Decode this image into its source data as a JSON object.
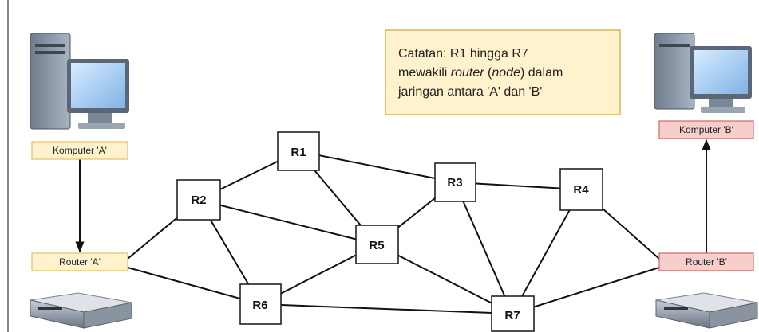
{
  "note": {
    "line1": "Catatan: R1 hingga R7",
    "line2_pre": "mewakili ",
    "line2_em1": "router",
    "line2_mid": " (",
    "line2_em2": "node",
    "line2_post": ") dalam",
    "line3": "jaringan antara 'A' dan 'B'"
  },
  "computer_a": {
    "label": "Komputer 'A'"
  },
  "computer_b": {
    "label": "Komputer 'B'"
  },
  "router_a": {
    "label": "Router 'A'"
  },
  "router_b": {
    "label": "Router 'B'"
  },
  "routers": [
    {
      "id": "R1",
      "label": "R1"
    },
    {
      "id": "R2",
      "label": "R2"
    },
    {
      "id": "R3",
      "label": "R3"
    },
    {
      "id": "R4",
      "label": "R4"
    },
    {
      "id": "R5",
      "label": "R5"
    },
    {
      "id": "R6",
      "label": "R6"
    },
    {
      "id": "R7",
      "label": "R7"
    }
  ],
  "links": [
    [
      "Router 'A'",
      "R2"
    ],
    [
      "Router 'A'",
      "R6"
    ],
    [
      "R2",
      "R1"
    ],
    [
      "R2",
      "R5"
    ],
    [
      "R2",
      "R6"
    ],
    [
      "R1",
      "R3"
    ],
    [
      "R1",
      "R5"
    ],
    [
      "R5",
      "R3"
    ],
    [
      "R5",
      "R6"
    ],
    [
      "R5",
      "R7"
    ],
    [
      "R3",
      "R4"
    ],
    [
      "R3",
      "R7"
    ],
    [
      "R6",
      "R7"
    ],
    [
      "R4",
      "R7"
    ],
    [
      "R4",
      "Router 'B'"
    ],
    [
      "R7",
      "Router 'B'"
    ]
  ],
  "arrows": [
    [
      "Komputer 'A'",
      "Router 'A'"
    ],
    [
      "Router 'B'",
      "Komputer 'B'"
    ]
  ],
  "colors": {
    "note_fill": "#fff2cc",
    "note_stroke": "#d6b656",
    "tag_a_fill": "#fff2cc",
    "tag_a_stroke": "#e0c36a",
    "tag_b_fill": "#f8cecc",
    "tag_b_stroke": "#c96a66"
  }
}
